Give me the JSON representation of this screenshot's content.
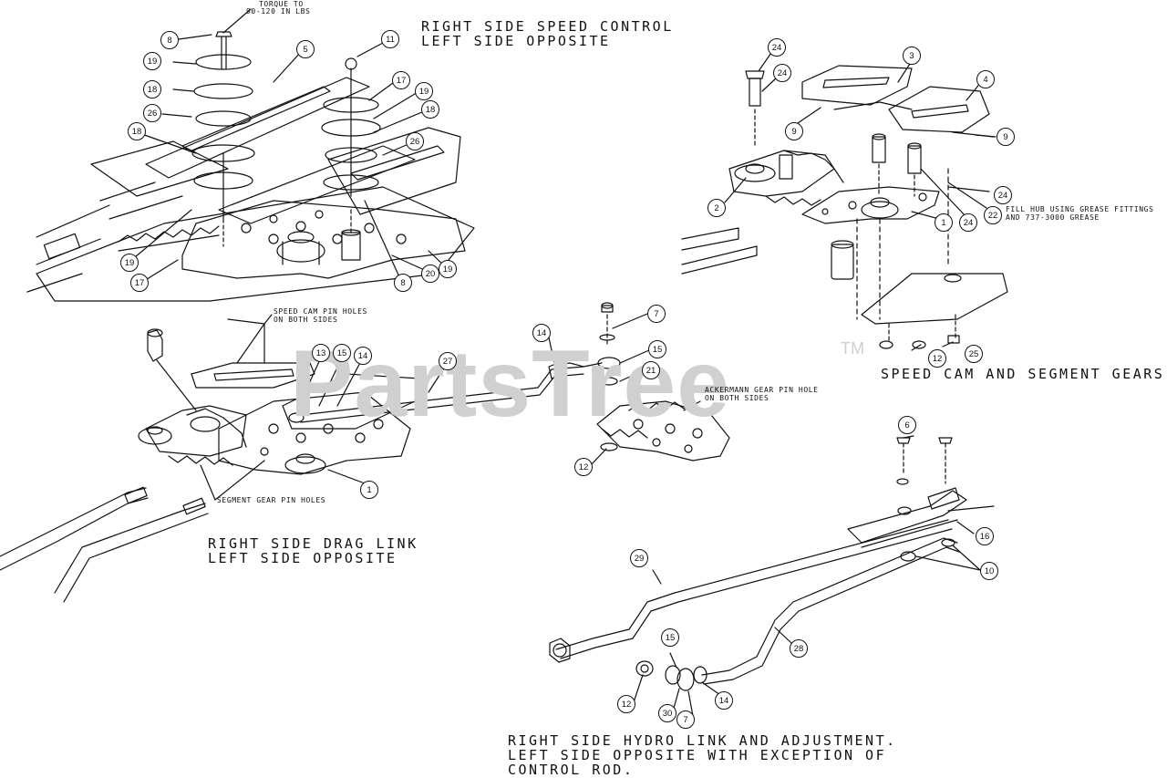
{
  "titles": {
    "speed_control_1": "RIGHT SIDE SPEED CONTROL",
    "speed_control_2": "LEFT SIDE OPPOSITE",
    "speed_cam": "SPEED CAM AND SEGMENT GEARS",
    "drag_link_1": "RIGHT SIDE DRAG LINK",
    "drag_link_2": "LEFT SIDE OPPOSITE",
    "hydro_link_1": "RIGHT SIDE HYDRO LINK AND ADJUSTMENT.",
    "hydro_link_2": "LEFT SIDE OPPOSITE WITH EXCEPTION OF",
    "hydro_link_3": "CONTROL ROD."
  },
  "notes": {
    "torque_1": "TORQUE TO",
    "torque_2": "90-120 IN LBS",
    "grease_1": "FILL HUB USING GREASE FITTINGS",
    "grease_2": "AND 737-3000 GREASE",
    "speed_cam_pin_1": "SPEED CAM PIN HOLES",
    "speed_cam_pin_2": "ON BOTH SIDES",
    "ackermann_1": "ACKERMANN GEAR PIN HOLE",
    "ackermann_2": "ON BOTH SIDES",
    "segment_gear": "SEGMENT GEAR PIN HOLES"
  },
  "watermark": {
    "text": "PartsTree",
    "trademark": "TM"
  },
  "callouts": {
    "c01": "8",
    "c02": "11",
    "c03": "5",
    "c04": "19",
    "c05": "18",
    "c06": "17",
    "c07": "19",
    "c08": "18",
    "c09": "26",
    "c10": "18",
    "c11": "26",
    "c12": "19",
    "c13": "17",
    "c14": "8",
    "c15": "20",
    "c16": "19",
    "c17": "24",
    "c18": "24",
    "c19": "3",
    "c20": "4",
    "c21": "9",
    "c22": "9",
    "c23": "2",
    "c24": "1",
    "c25": "22",
    "c26": "24",
    "c27": "24",
    "c28": "12",
    "c29": "25",
    "c30": "13",
    "c31": "15",
    "c32": "14",
    "c33": "27",
    "c34": "1",
    "c35": "7",
    "c36": "14",
    "c37": "15",
    "c38": "21",
    "c39": "12",
    "c40": "6",
    "c41": "16",
    "c42": "10",
    "c43": "29",
    "c44": "28",
    "c45": "15",
    "c46": "12",
    "c47": "30",
    "c48": "7",
    "c49": "14"
  },
  "colors": {
    "line": "#111111",
    "watermark": "#d0d0d0"
  }
}
